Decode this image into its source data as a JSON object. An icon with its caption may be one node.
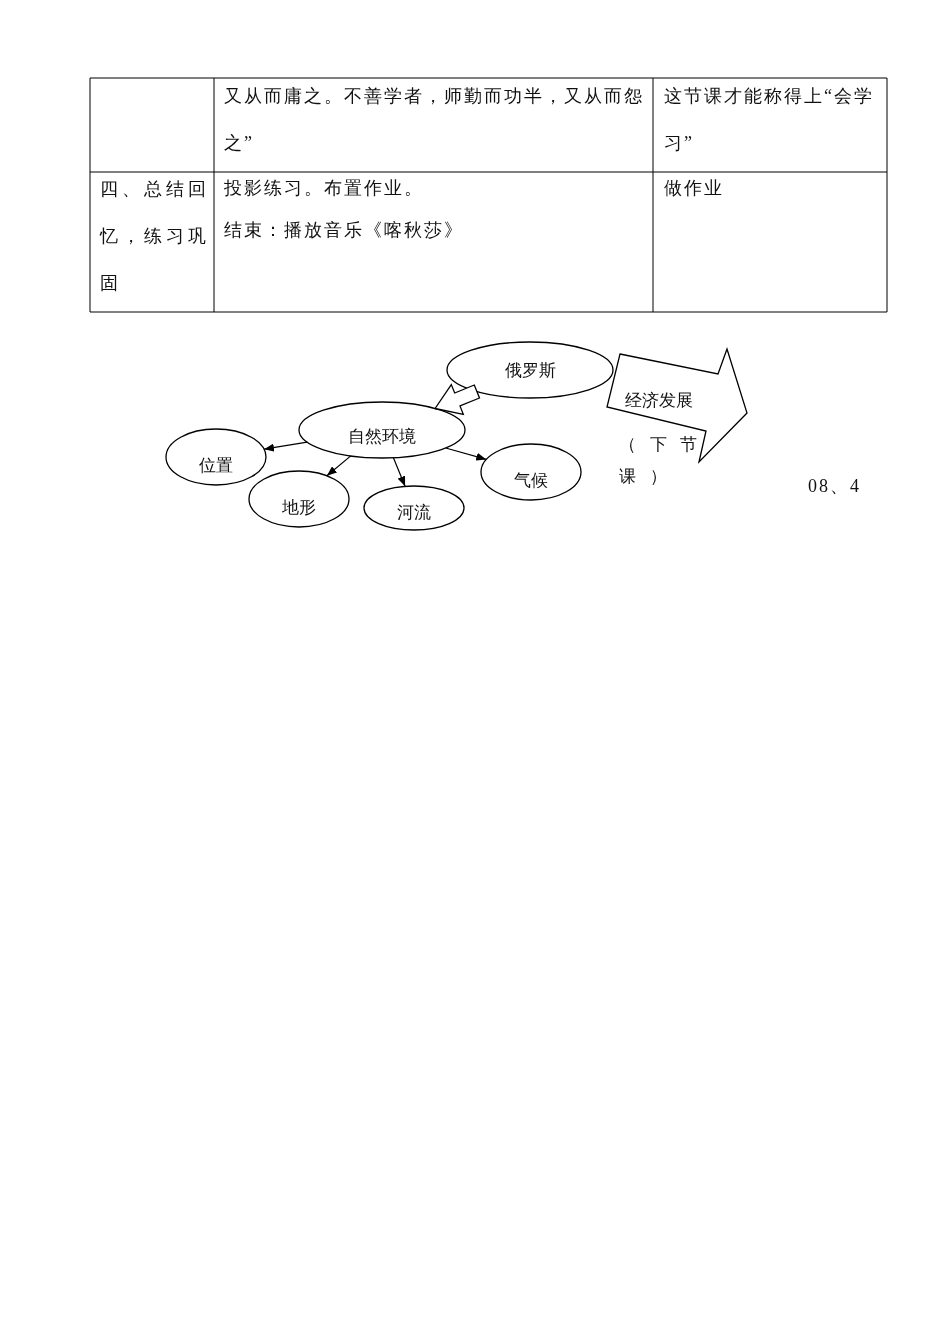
{
  "diagram": {
    "nodes": [
      {
        "text": [
          "俄罗斯"
        ]
      },
      {
        "text": [
          "自然环境"
        ]
      },
      {
        "text": [
          "位置"
        ]
      },
      {
        "text": [
          "地形"
        ]
      },
      {
        "text": [
          "河流"
        ]
      },
      {
        "text": [
          "气候"
        ]
      },
      {
        "text": [
          "经济发展"
        ],
        "beside": [
          "（下节课）"
        ]
      }
    ],
    "edges": [
      {
        "from": 0,
        "to": 1,
        "arrow": "to",
        "style": "thick"
      },
      {
        "from": 1,
        "to": 2,
        "arrow": "to"
      },
      {
        "from": 1,
        "to": 3,
        "arrow": "to"
      },
      {
        "from": 1,
        "to": 4,
        "arrow": "to"
      },
      {
        "from": 1,
        "to": 5,
        "arrow": "to"
      }
    ],
    "labels": [
      "又从而庸之。不善学者，师勤而功半，又从而怨之”",
      "这节课才能称得上“会学习”",
      "四、总结回忆，练习巩固",
      "投影练习。布置作业。",
      "结束：播放音乐《喀秋莎》",
      "做作业",
      "08、4"
    ]
  }
}
